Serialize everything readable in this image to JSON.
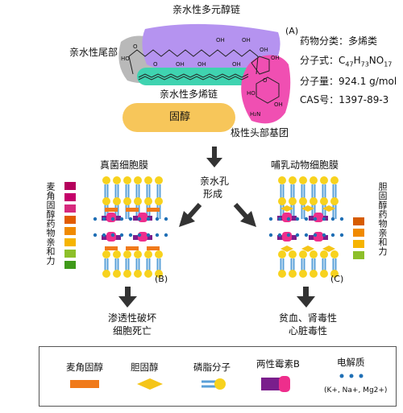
{
  "molecule": {
    "tail_label": "亲水性尾部",
    "polyol_label": "亲水性多元醇链",
    "polyene_label": "亲水性多烯链",
    "sterol_label": "固醇",
    "head_label": "极性头部基团",
    "panel_a": "(A)",
    "atoms": [
      "OH",
      "OH",
      "OH",
      "OH",
      "OH",
      "OH",
      "OH",
      "OH",
      "O",
      "O",
      "O",
      "O",
      "OH",
      "O",
      "HO",
      "H₂N",
      "HO",
      "OH",
      "OH"
    ]
  },
  "info": {
    "class_line": "药物分类：多烯类",
    "formula_prefix": "分子式：C",
    "formula_c": "47",
    "formula_h": "73",
    "formula_n": "NO",
    "formula_o": "17",
    "formula_h_letter": "H",
    "mass_line": "分子量：924.1 g/mol",
    "cas_line": "CAS号：1397-89-3"
  },
  "center": {
    "pore_line1": "亲水孔",
    "pore_line2": "形成"
  },
  "fungal": {
    "title": "真菌细胞膜",
    "panel": "(B)",
    "side_label": "麦角固醇药物亲和力",
    "affinity_colors": [
      "#b5005c",
      "#c4006a",
      "#d72a7e",
      "#e25c00",
      "#f08a00",
      "#f6b400",
      "#8dbf2a",
      "#3f9a1a"
    ],
    "result_line1": "渗透性破坏",
    "result_line2": "细胞死亡"
  },
  "mammal": {
    "title": "哺乳动物细胞膜",
    "panel": "(C)",
    "side_label": "胆固醇药物亲和力",
    "affinity_colors": [
      "#d65c00",
      "#f08a00",
      "#f6b400",
      "#8dbf2a"
    ],
    "result_line1": "贫血、肾毒性",
    "result_line2": "心脏毒性"
  },
  "legend": {
    "ergosterol": "麦角固醇",
    "cholesterol": "胆固醇",
    "phospholipid": "磷脂分子",
    "amphotericin": "两性霉素B",
    "electrolyte": "电解质",
    "ions": "(K+, Na+, Mg2+)"
  },
  "colors": {
    "polyol": "#b593f0",
    "polyene": "#3fd3b0",
    "sterol": "#f7c65a",
    "head": "#f04fb2",
    "tail": "#b9b9b9",
    "ergosterol": "#f07a1a",
    "cholesterol": "#f5c518",
    "phospholipid_head": "#f7d21e",
    "lipid_tail": "#5aa0d8",
    "amphB_purple": "#7a1e8c",
    "amphB_pink": "#ee2e8c",
    "ion": "#1f6fb5"
  }
}
